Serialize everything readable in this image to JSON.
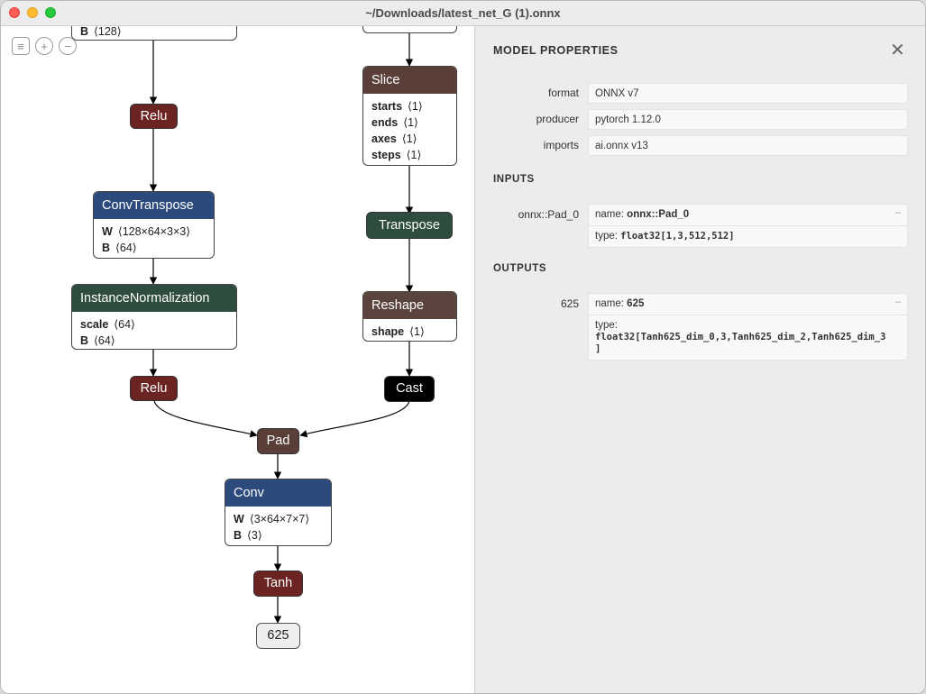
{
  "window": {
    "title": "~/Downloads/latest_net_G (1).onnx"
  },
  "toolbar": {
    "menu_icon": "menu-icon",
    "zoom_in_icon": "zoom-in-icon",
    "zoom_out_icon": "zoom-out-icon"
  },
  "graph": {
    "top_left_partial_attr": {
      "name": "B",
      "value": "⟨128⟩"
    },
    "relu1": "Relu",
    "convtranspose": {
      "title": "ConvTranspose",
      "attrs": [
        {
          "name": "W",
          "value": "⟨128×64×3×3⟩"
        },
        {
          "name": "B",
          "value": "⟨64⟩"
        }
      ]
    },
    "instancenorm": {
      "title": "InstanceNormalization",
      "attrs": [
        {
          "name": "scale",
          "value": "⟨64⟩"
        },
        {
          "name": "B",
          "value": "⟨64⟩"
        }
      ]
    },
    "relu2": "Relu",
    "slice": {
      "title": "Slice",
      "attrs": [
        {
          "name": "starts",
          "value": "⟨1⟩"
        },
        {
          "name": "ends",
          "value": "⟨1⟩"
        },
        {
          "name": "axes",
          "value": "⟨1⟩"
        },
        {
          "name": "steps",
          "value": "⟨1⟩"
        }
      ]
    },
    "transpose": "Transpose",
    "reshape": {
      "title": "Reshape",
      "attrs": [
        {
          "name": "shape",
          "value": "⟨1⟩"
        }
      ]
    },
    "cast": "Cast",
    "pad": "Pad",
    "conv": {
      "title": "Conv",
      "attrs": [
        {
          "name": "W",
          "value": "⟨3×64×7×7⟩"
        },
        {
          "name": "B",
          "value": "⟨3⟩"
        }
      ]
    },
    "tanh": "Tanh",
    "output": "625"
  },
  "sidebar": {
    "title": "MODEL PROPERTIES",
    "close_icon": "close-icon",
    "properties": [
      {
        "label": "format",
        "value": "ONNX v7"
      },
      {
        "label": "producer",
        "value": "pytorch 1.12.0"
      },
      {
        "label": "imports",
        "value": "ai.onnx v13"
      }
    ],
    "inputs_title": "INPUTS",
    "input": {
      "label": "onnx::Pad_0",
      "name_key": "name:",
      "name": "onnx::Pad_0",
      "type_key": "type:",
      "type": "float32[1,3,512,512]",
      "toggle": "–"
    },
    "outputs_title": "OUTPUTS",
    "output": {
      "label": "625",
      "name_key": "name:",
      "name": "625",
      "type_key": "type:",
      "type": "float32[Tanh625_dim_0,3,Tanh625_dim_2,Tanh625_dim_3\n]",
      "toggle": "–"
    }
  },
  "colors": {
    "conv": "#2c4b7c",
    "norm": "#2f4d3e",
    "activation": "#6b2421",
    "tensor_op": "#5a3f39",
    "cast": "#000000"
  }
}
